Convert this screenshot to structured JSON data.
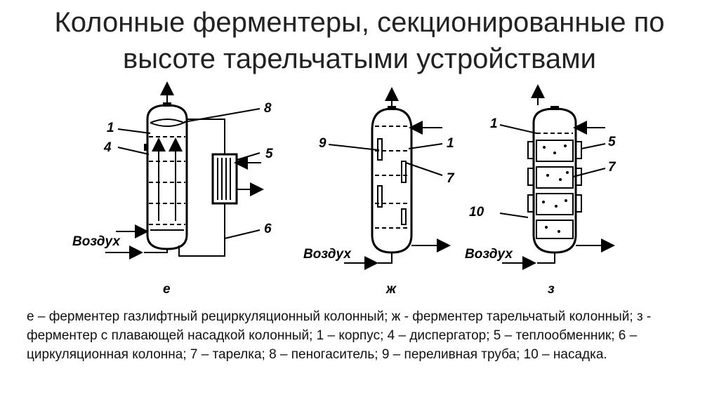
{
  "title": "Колонные ферментеры, секционированные по высоте тарельчатыми устройствами",
  "diagram": {
    "labels_e": [
      "1",
      "4",
      "8",
      "5",
      "6"
    ],
    "labels_zh": [
      "9",
      "1",
      "7"
    ],
    "labels_z": [
      "1",
      "5",
      "7",
      "10"
    ],
    "air": "Воздух",
    "letter_e": "е",
    "letter_zh": "ж",
    "letter_z": "з"
  },
  "caption": "е – ферментер газлифтный рециркуляционный колонный; ж - ферментер тарельчатый колонный; з - ферментер с плавающей насадкой колонный; 1 – корпус; 4 – диспергатор; 5 – теплообменник; 6 – циркуляционная колонна; 7 – тарелка; 8 – пеногаситель; 9 – переливная труба; 10 – насадка."
}
